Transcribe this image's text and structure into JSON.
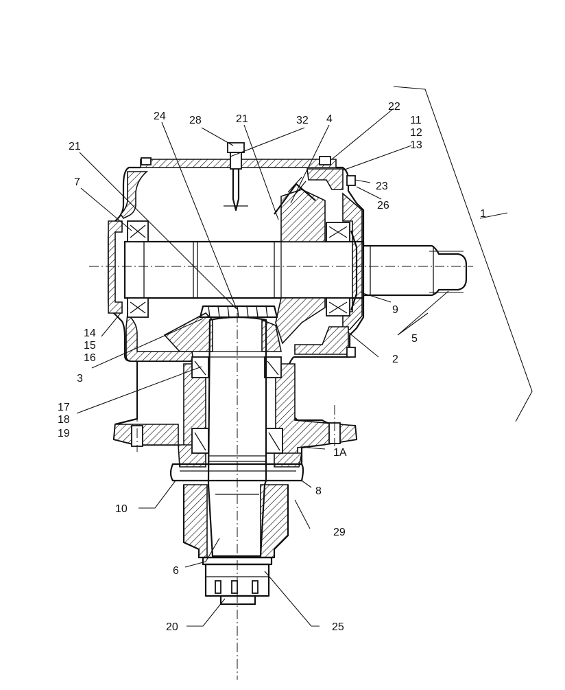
{
  "diagram": {
    "callouts": [
      {
        "id": "c1",
        "text": "1"
      },
      {
        "id": "c1a",
        "text": "1A"
      },
      {
        "id": "c2",
        "text": "2"
      },
      {
        "id": "c3",
        "text": "3"
      },
      {
        "id": "c4",
        "text": "4"
      },
      {
        "id": "c5",
        "text": "5"
      },
      {
        "id": "c6",
        "text": "6"
      },
      {
        "id": "c7",
        "text": "7"
      },
      {
        "id": "c8",
        "text": "8"
      },
      {
        "id": "c9",
        "text": "9"
      },
      {
        "id": "c10",
        "text": "10"
      },
      {
        "id": "c11",
        "text": "11"
      },
      {
        "id": "c12",
        "text": "12"
      },
      {
        "id": "c13",
        "text": "13"
      },
      {
        "id": "c14",
        "text": "14"
      },
      {
        "id": "c15",
        "text": "15"
      },
      {
        "id": "c16",
        "text": "16"
      },
      {
        "id": "c17",
        "text": "17"
      },
      {
        "id": "c18",
        "text": "18"
      },
      {
        "id": "c19",
        "text": "19"
      },
      {
        "id": "c20",
        "text": "20"
      },
      {
        "id": "c21a",
        "text": "21"
      },
      {
        "id": "c21b",
        "text": "21"
      },
      {
        "id": "c22",
        "text": "22"
      },
      {
        "id": "c23",
        "text": "23"
      },
      {
        "id": "c24",
        "text": "24"
      },
      {
        "id": "c25",
        "text": "25"
      },
      {
        "id": "c26",
        "text": "26"
      },
      {
        "id": "c28",
        "text": "28"
      },
      {
        "id": "c29",
        "text": "29"
      },
      {
        "id": "c32",
        "text": "32"
      }
    ]
  }
}
